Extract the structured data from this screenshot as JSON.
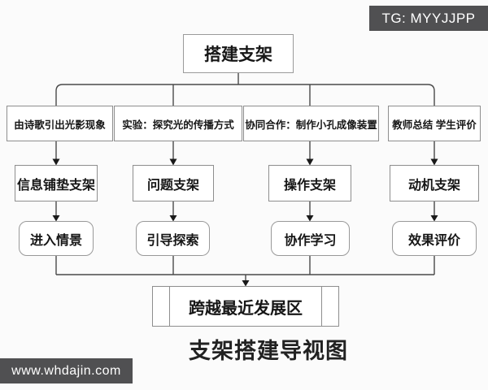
{
  "watermarks": {
    "top_right": "TG: MYYJJPP",
    "bottom_left": "www.whdajin.com"
  },
  "diagram": {
    "root": "搭建支架",
    "columns": [
      {
        "activity": "由诗歌引出光影现象",
        "scaffold": "信息铺垫支架",
        "outcome": "进入情景"
      },
      {
        "activity": "实验：探究光的传播方式",
        "scaffold": "问题支架",
        "outcome": "引导探索"
      },
      {
        "activity": "协同合作：制作小孔成像装置",
        "scaffold": "操作支架",
        "outcome": "协作学习"
      },
      {
        "activity": "教师总结 学生评价",
        "scaffold": "动机支架",
        "outcome": "效果评价"
      }
    ],
    "goal": "跨越最近发展区",
    "caption": "支架搭建导视图"
  },
  "colors": {
    "background": "#fbfbfb",
    "box_fill": "#ffffff",
    "box_border": "#8e8e8e",
    "line": "#4a4a4a",
    "arrowhead": "#1a1a1a",
    "text": "#161616",
    "badge_background": "#505052",
    "badge_text": "#ffffff"
  }
}
